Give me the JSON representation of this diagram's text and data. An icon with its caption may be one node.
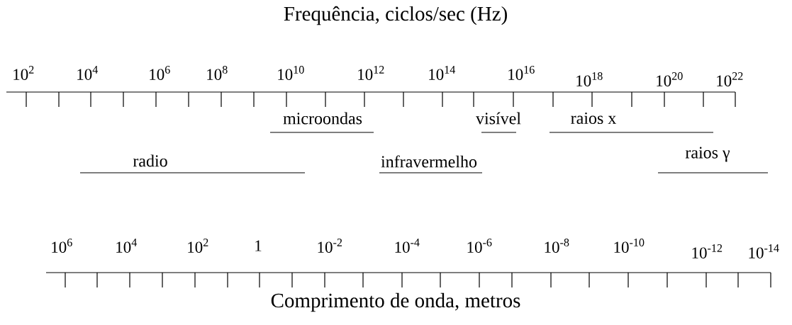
{
  "diagram": {
    "title": "Frequência, ciclos/sec (Hz)",
    "labels": [
      "10$^{2}$",
      "10$^{4}$",
      "10$^{6}$",
      "10$^{8}$",
      "10$^{10}$",
      "10$^{12}$",
      "10$^{14}$",
      "10$^{16}$",
      "10$^{18}$",
      "10$^{20}$",
      "10$^{22}$",
      "microondas",
      "visível",
      "raios x",
      "radio",
      "infravermelho",
      "raios γ",
      "10$^{6}$",
      "10$^{4}$",
      "10$^{2}$",
      "1",
      "10$^{-2}$",
      "10$^{-4}$",
      "10$^{-6}$",
      "10$^{-8}$",
      "10$^{-10}$",
      "10$^{-12}$",
      "10$^{-14}$",
      "Comprimento de onda, metros"
    ]
  }
}
